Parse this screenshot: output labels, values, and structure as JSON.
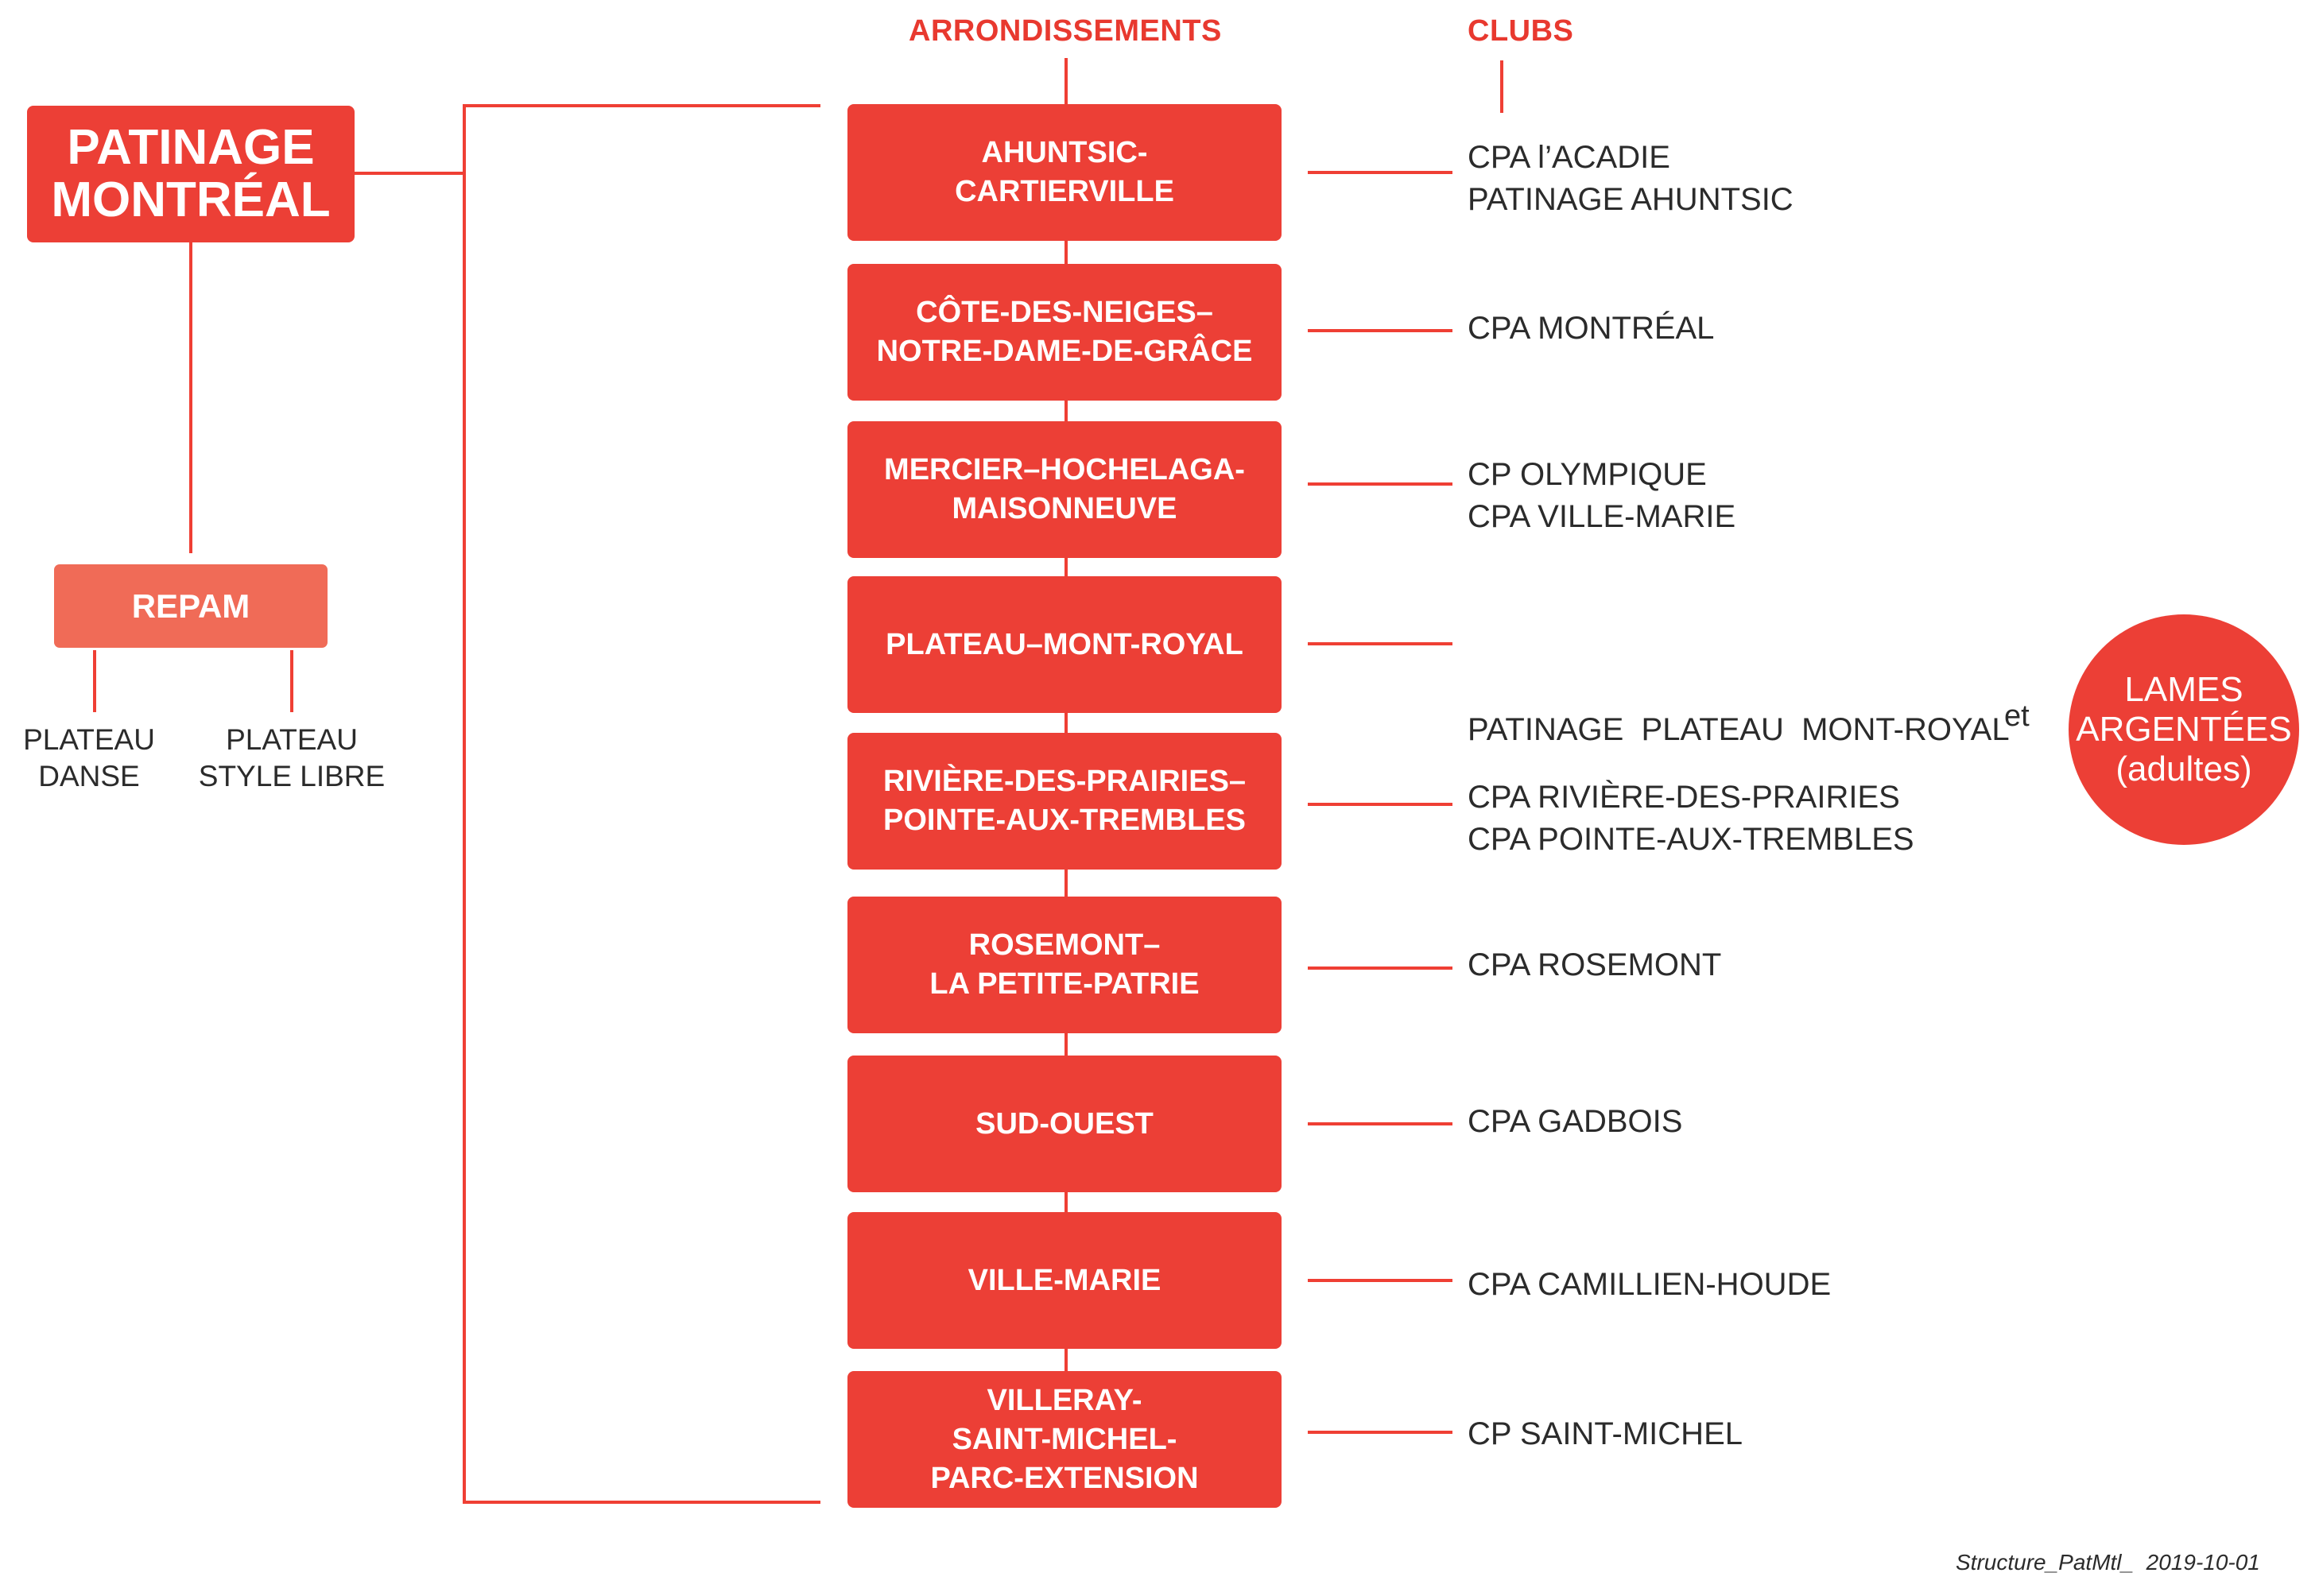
{
  "headers": {
    "arrondissements": "ARRONDISSEMENTS",
    "clubs": "CLUBS"
  },
  "root": {
    "line1": "PATINAGE",
    "line2": "MONTRÉAL"
  },
  "repam": {
    "label": "REPAM",
    "sub1": {
      "line1": "PLATEAU",
      "line2": "DANSE"
    },
    "sub2": {
      "line1": "PLATEAU",
      "line2": "STYLE LIBRE"
    }
  },
  "boroughs": [
    {
      "lines": [
        "AHUNTSIC-",
        "CARTIERVILLE"
      ],
      "clubs": [
        "CPA l’ACADIE",
        "PATINAGE AHUNTSIC"
      ]
    },
    {
      "lines": [
        "CÔTE-DES-NEIGES–",
        "NOTRE-DAME-DE-GRÂCE"
      ],
      "clubs": [
        "CPA MONTRÉAL"
      ]
    },
    {
      "lines": [
        "MERCIER–HOCHELAGA-",
        "MAISONNEUVE"
      ],
      "clubs": [
        "CP OLYMPIQUE",
        "CPA VILLE-MARIE"
      ]
    },
    {
      "lines": [
        "PLATEAU–MONT-ROYAL"
      ],
      "clubs": [
        "PATINAGE  PLATEAU  MONT-ROYAL"
      ]
    },
    {
      "lines": [
        "RIVIÈRE-DES-PRAIRIES–",
        "POINTE-AUX-TREMBLES"
      ],
      "clubs": [
        "CPA RIVIÈRE-DES-PRAIRIES",
        "CPA POINTE-AUX-TREMBLES"
      ]
    },
    {
      "lines": [
        "ROSEMONT–",
        "LA PETITE-PATRIE"
      ],
      "clubs": [
        "CPA ROSEMONT"
      ]
    },
    {
      "lines": [
        "SUD-OUEST"
      ],
      "clubs": [
        "CPA GADBOIS"
      ]
    },
    {
      "lines": [
        "VILLE-MARIE"
      ],
      "clubs": [
        "CPA CAMILLIEN-HOUDE"
      ]
    },
    {
      "lines": [
        "VILLERAY-",
        "SAINT-MICHEL-",
        "PARC-EXTENSION"
      ],
      "clubs": [
        "CP SAINT-MICHEL"
      ]
    }
  ],
  "extra": {
    "et": "et",
    "circle_line1": "LAMES",
    "circle_line2": "ARGENTÉES",
    "circle_line3": "(adultes)"
  },
  "footer": "Structure_PatMtl_  2019-10-01"
}
